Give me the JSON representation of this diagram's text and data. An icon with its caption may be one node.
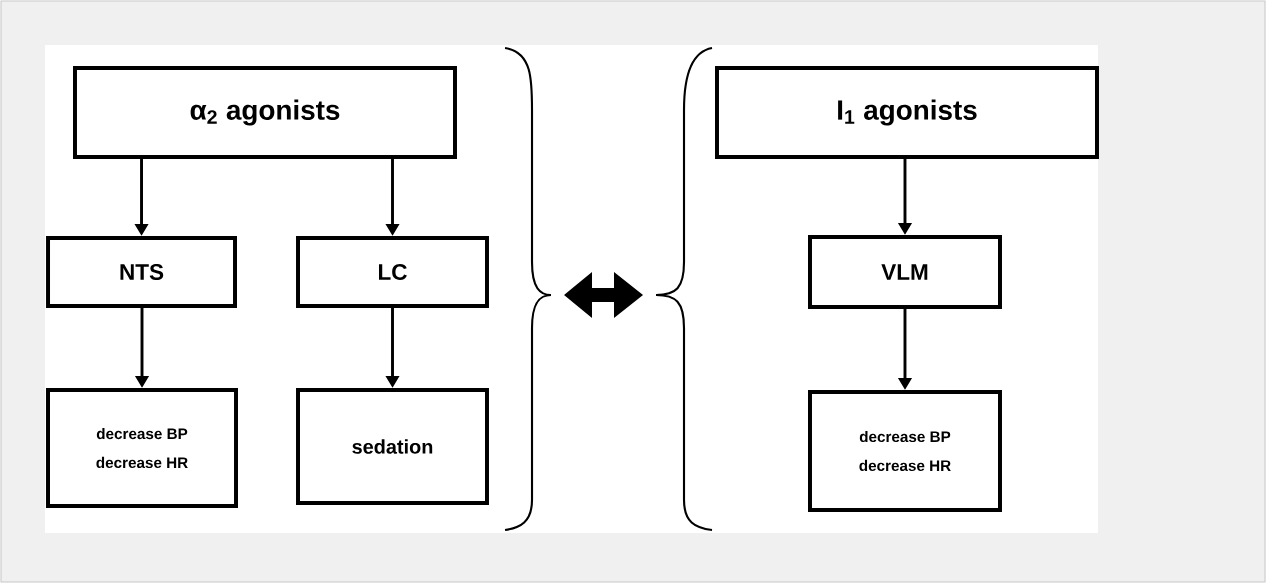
{
  "diagram": {
    "nodes": [
      {
        "text": [
          "α$_{2}$ agonists"
        ]
      },
      {
        "text": [
          "NTS"
        ]
      },
      {
        "text": [
          "LC"
        ]
      },
      {
        "text": [
          "decrease BP",
          "decrease HR"
        ]
      },
      {
        "text": [
          "sedation"
        ]
      },
      {
        "text": [
          "I$_{1}$ agonists"
        ]
      },
      {
        "text": [
          "VLM"
        ]
      },
      {
        "text": [
          "decrease BP",
          "decrease HR"
        ]
      }
    ],
    "edges": [
      {
        "from": 0,
        "to": 1,
        "arrow": "to"
      },
      {
        "from": 0,
        "to": 2,
        "arrow": "to"
      },
      {
        "from": 1,
        "to": 3,
        "arrow": "to"
      },
      {
        "from": 2,
        "to": 4,
        "arrow": "to"
      },
      {
        "from": 5,
        "to": 6,
        "arrow": "to"
      },
      {
        "from": 6,
        "to": 7,
        "arrow": "to"
      }
    ]
  }
}
